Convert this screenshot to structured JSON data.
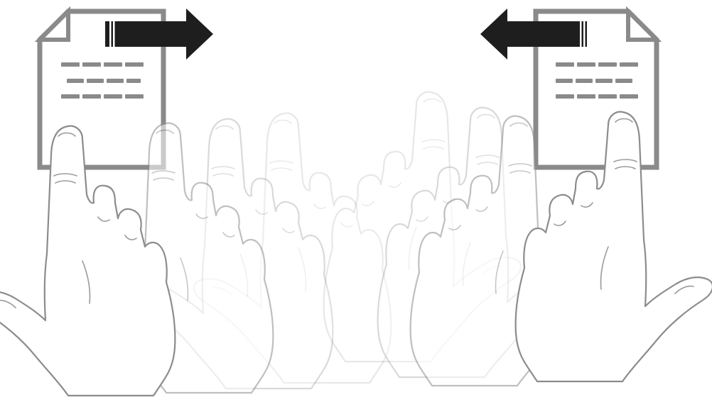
{
  "panels": [
    {
      "id": "left",
      "gesture": "swipe-right",
      "arrow_direction": "right"
    },
    {
      "id": "right",
      "gesture": "swipe-left",
      "arrow_direction": "left"
    }
  ],
  "colors": {
    "document_outline": "#8a8a8a",
    "arrow": "#1e1e1e",
    "hand_outline": "#8c8c8c",
    "background": "#ffffff"
  },
  "icons": [
    "document-icon",
    "arrow-right-icon",
    "arrow-left-icon",
    "hand-icon"
  ]
}
